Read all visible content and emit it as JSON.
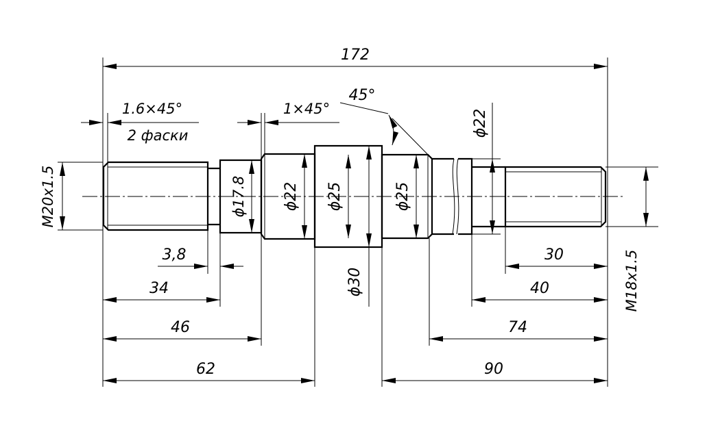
{
  "colors": {
    "line": "#000000",
    "background": "#ffffff"
  },
  "dims": {
    "overall_length": "172",
    "len_62": "62",
    "len_46": "46",
    "len_34": "34",
    "len_3_8": "3,8",
    "len_90": "90",
    "len_74": "74",
    "len_40": "40",
    "len_30": "30",
    "dia_17_8": "ϕ17.8",
    "dia_22_left": "ϕ22",
    "dia_25_left": "ϕ25",
    "dia_25_right": "ϕ25",
    "dia_30": "ϕ30",
    "dia_22_right": "ϕ22",
    "thread_left": "M20x1.5",
    "thread_right": "M18x1.5",
    "chamfer_left": "1.6×45°",
    "chamfer_left_note": "2 фаски",
    "chamfer_mid": "1×45°",
    "angle": "45°"
  }
}
